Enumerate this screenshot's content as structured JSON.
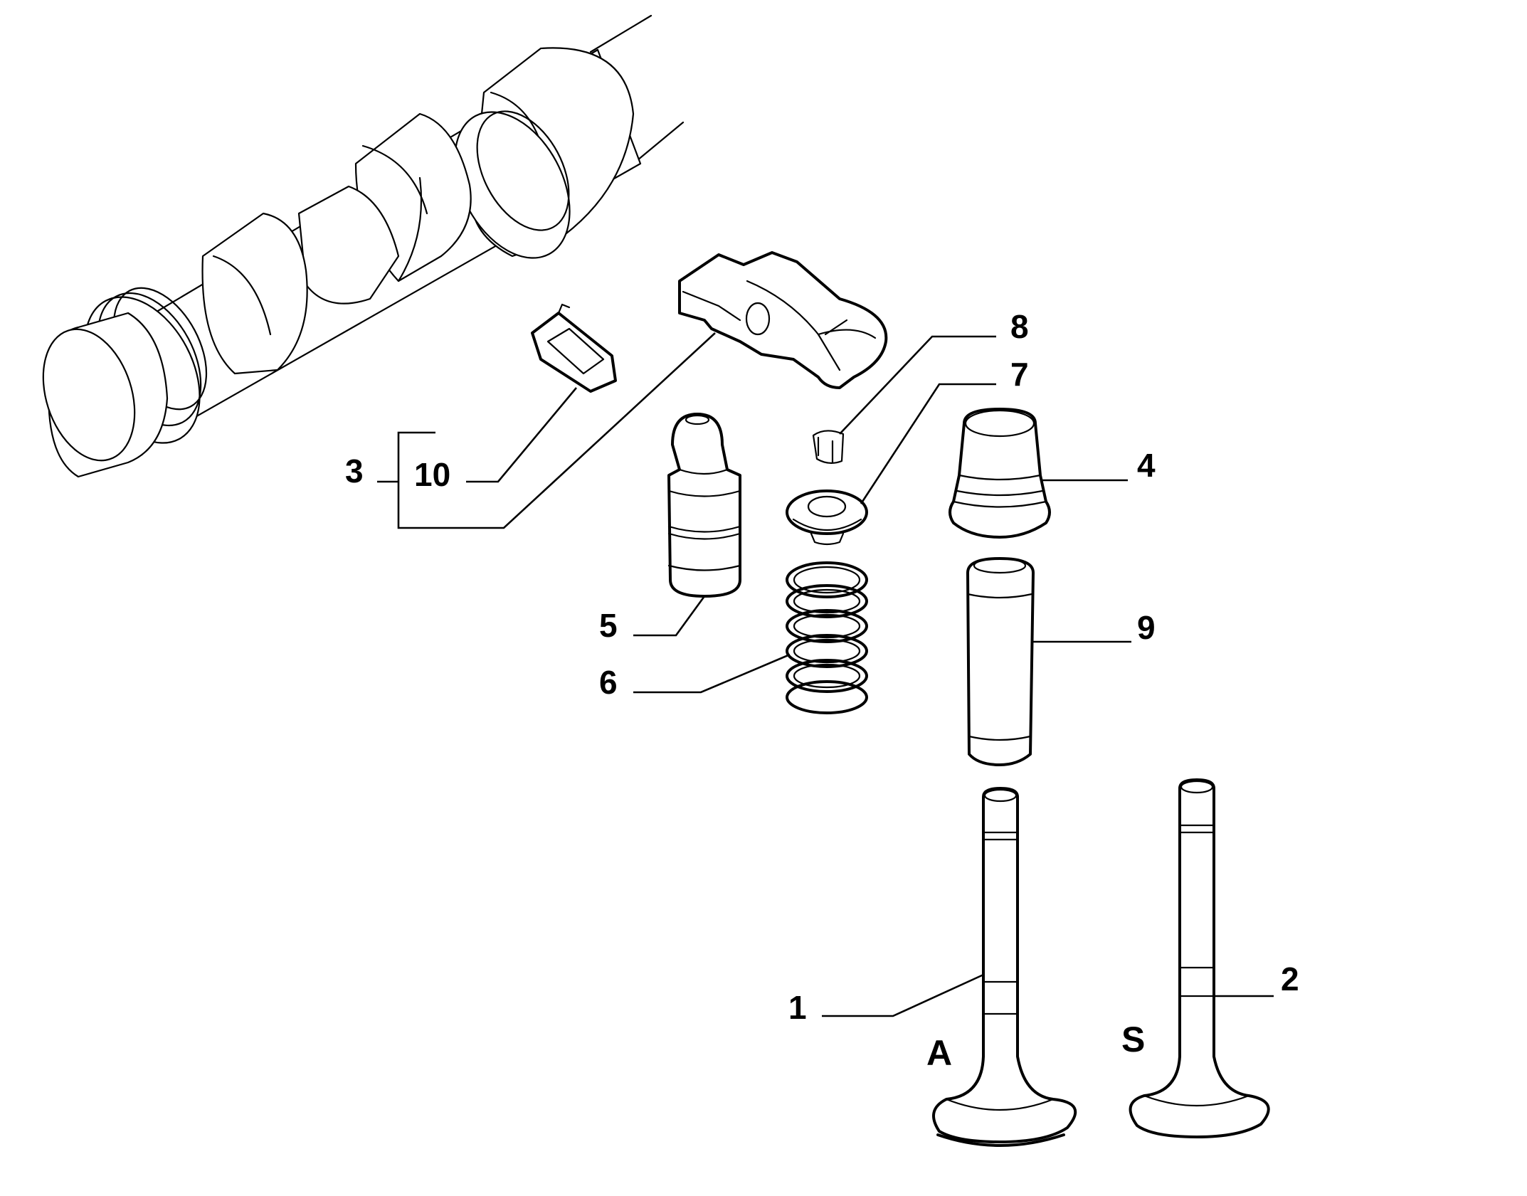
{
  "diagram": {
    "callouts": {
      "c1": "1",
      "c2": "2",
      "c3": "3",
      "c4": "4",
      "c5": "5",
      "c6": "6",
      "c7": "7",
      "c8": "8",
      "c9": "9",
      "c10": "10"
    },
    "valve_letters": {
      "intake": "A",
      "exhaust": "S"
    }
  }
}
